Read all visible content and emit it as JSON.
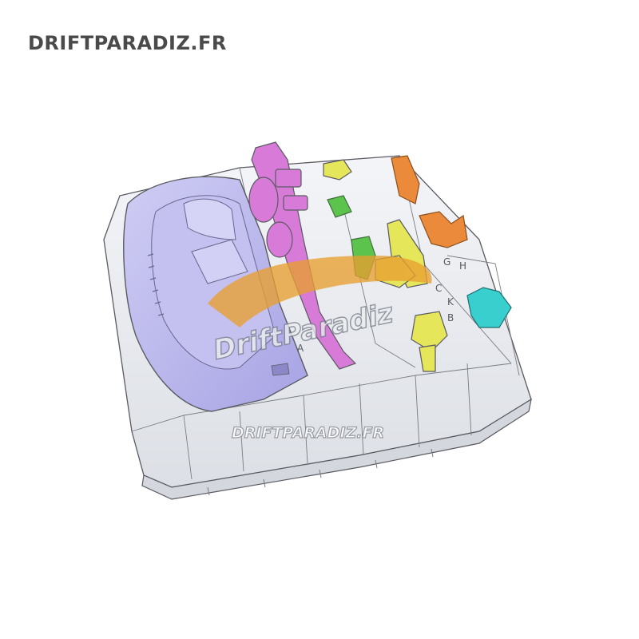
{
  "header": {
    "brand": "DRIFTPARADIZ.FR"
  },
  "product_image": {
    "watermark_brand": "DriftParadiz",
    "watermark_url": "DRIFTPARADIZ.FR",
    "part_letters": [
      "A",
      "G",
      "H",
      "C",
      "K",
      "B"
    ],
    "colors": {
      "base": "#e9ebef",
      "body_shell": "#b9b6ec",
      "magenta_parts": "#d87ad8",
      "yellow_parts": "#e6e65a",
      "green_parts": "#5cc44c",
      "orange_parts": "#ec8a3c",
      "cyan_parts": "#39cfcf",
      "outline": "#5a5a62"
    }
  }
}
